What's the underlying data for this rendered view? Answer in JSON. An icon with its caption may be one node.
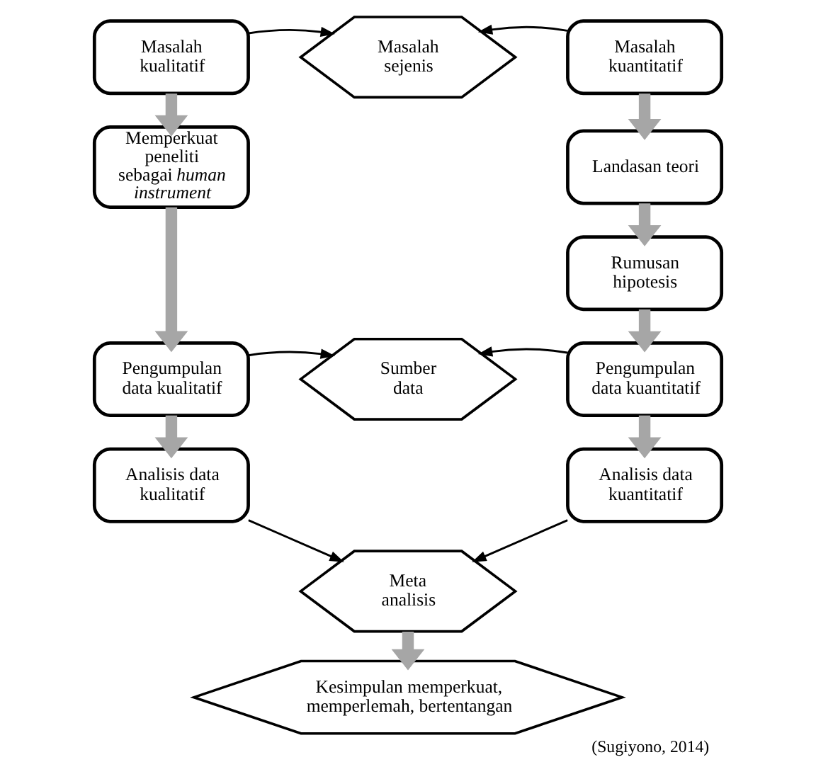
{
  "diagram": {
    "caption": "(Sugiyono, 2014)",
    "nodes": [
      {
        "text": [
          "Masalah kualitatif"
        ]
      },
      {
        "text": [
          "Masalah sejenis"
        ]
      },
      {
        "text": [
          "Masalah kuantitatif"
        ]
      },
      {
        "text": [
          "Memperkuat peneliti sebagai *human instrument*"
        ]
      },
      {
        "text": [
          "Landasan teori"
        ]
      },
      {
        "text": [
          "Rumusan hipotesis"
        ]
      },
      {
        "text": [
          "Pengumpulan data kualitatif"
        ]
      },
      {
        "text": [
          "Sumber data"
        ]
      },
      {
        "text": [
          "Pengumpulan data kuantitatif"
        ]
      },
      {
        "text": [
          "Analisis data kualitatif"
        ]
      },
      {
        "text": [
          "Analisis data kuantitatif"
        ]
      },
      {
        "text": [
          "Meta analisis"
        ]
      },
      {
        "text": [
          "Kesimpulan memperkuat, memperlemah, bertentangan"
        ]
      }
    ],
    "edges": [
      {
        "from": 0,
        "to": 1,
        "arrow": "to",
        "color": "#000000"
      },
      {
        "from": 2,
        "to": 1,
        "arrow": "to",
        "color": "#000000"
      },
      {
        "from": 0,
        "to": 3,
        "arrow": "to"
      },
      {
        "from": 2,
        "to": 4,
        "arrow": "to"
      },
      {
        "from": 4,
        "to": 5,
        "arrow": "to"
      },
      {
        "from": 3,
        "to": 6,
        "arrow": "to"
      },
      {
        "from": 5,
        "to": 8,
        "arrow": "to"
      },
      {
        "from": 6,
        "to": 7,
        "arrow": "to",
        "color": "#000000"
      },
      {
        "from": 8,
        "to": 7,
        "arrow": "to",
        "color": "#000000"
      },
      {
        "from": 6,
        "to": 9,
        "arrow": "to"
      },
      {
        "from": 8,
        "to": 10,
        "arrow": "to"
      },
      {
        "from": 9,
        "to": 11,
        "arrow": "to",
        "color": "#000000"
      },
      {
        "from": 10,
        "to": 11,
        "arrow": "to",
        "color": "#000000"
      },
      {
        "from": 11,
        "to": 12,
        "arrow": "to"
      }
    ]
  }
}
